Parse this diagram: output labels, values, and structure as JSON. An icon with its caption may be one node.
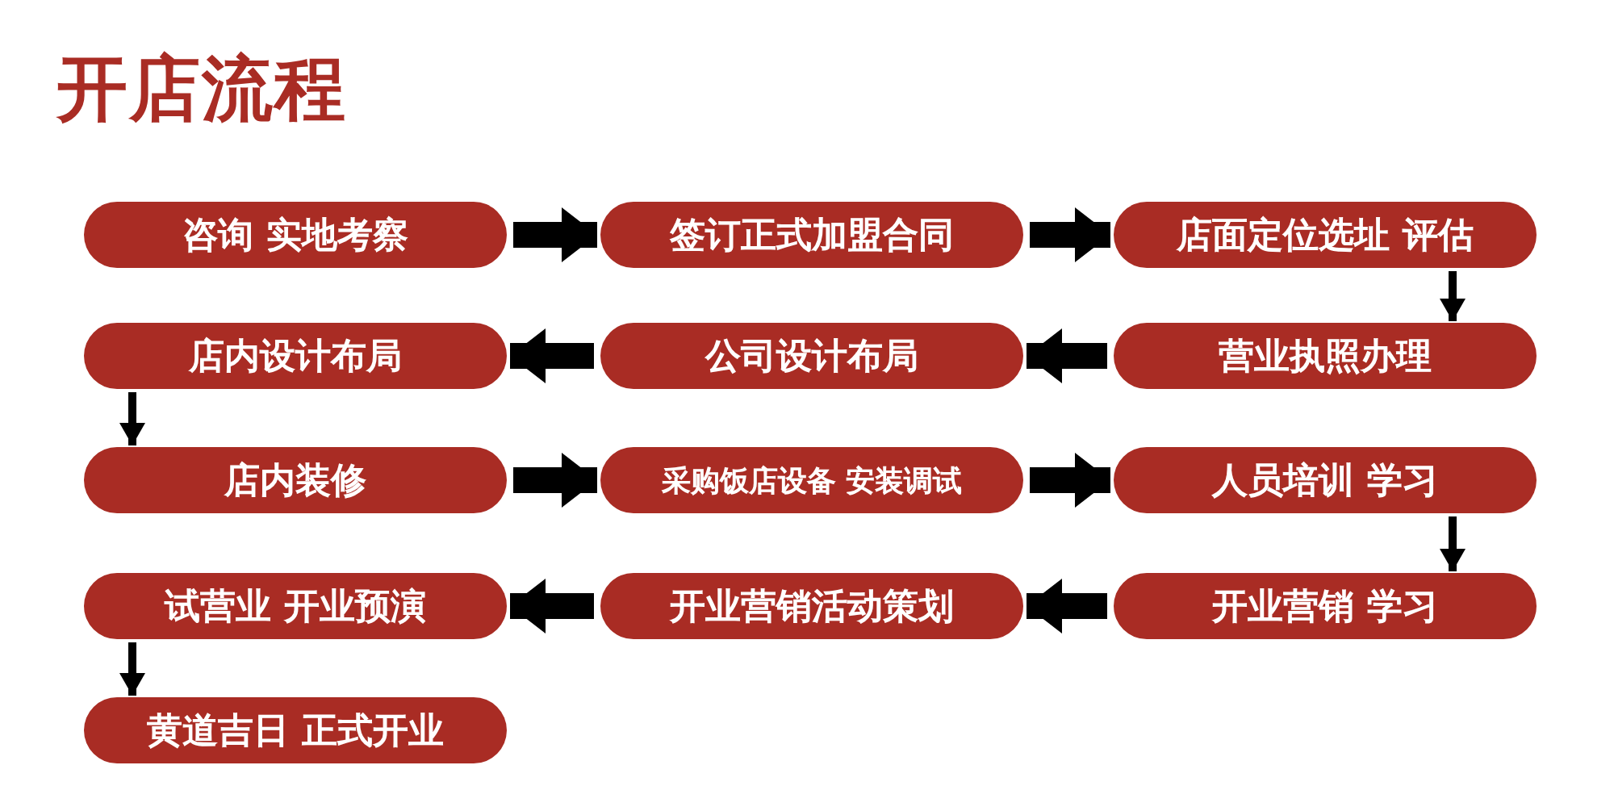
{
  "diagram": {
    "title": "开店流程",
    "nodes": [
      {
        "text": [
          "咨询 实地考察"
        ]
      },
      {
        "text": [
          "签订正式加盟合同"
        ]
      },
      {
        "text": [
          "店面定位选址 评估"
        ]
      },
      {
        "text": [
          "店内设计布局"
        ]
      },
      {
        "text": [
          "公司设计布局"
        ]
      },
      {
        "text": [
          "营业执照办理"
        ]
      },
      {
        "text": [
          "店内装修"
        ]
      },
      {
        "text": [
          "采购饭店设备 安装调试"
        ]
      },
      {
        "text": [
          "人员培训 学习"
        ]
      },
      {
        "text": [
          "试营业 开业预演"
        ]
      },
      {
        "text": [
          "开业营销活动策划"
        ]
      },
      {
        "text": [
          "开业营销 学习"
        ]
      },
      {
        "text": [
          "黄道吉日 正式开业"
        ]
      }
    ],
    "edges": [
      {
        "from": 0,
        "to": 1,
        "arrow": "to"
      },
      {
        "from": 1,
        "to": 2,
        "arrow": "to"
      },
      {
        "from": 2,
        "to": 5,
        "arrow": "to"
      },
      {
        "from": 5,
        "to": 4,
        "arrow": "to"
      },
      {
        "from": 4,
        "to": 3,
        "arrow": "to"
      },
      {
        "from": 3,
        "to": 6,
        "arrow": "to"
      },
      {
        "from": 6,
        "to": 7,
        "arrow": "to"
      },
      {
        "from": 7,
        "to": 8,
        "arrow": "to"
      },
      {
        "from": 8,
        "to": 11,
        "arrow": "to"
      },
      {
        "from": 11,
        "to": 10,
        "arrow": "to"
      },
      {
        "from": 10,
        "to": 9,
        "arrow": "to"
      },
      {
        "from": 9,
        "to": 12,
        "arrow": "to"
      }
    ]
  }
}
